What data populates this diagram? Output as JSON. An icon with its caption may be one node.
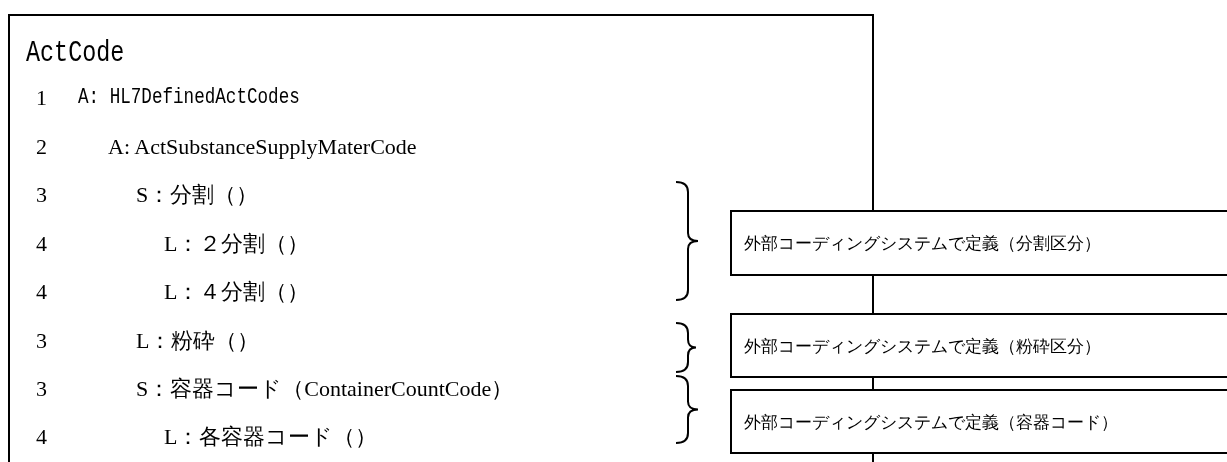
{
  "diagram": {
    "nodes": [
      {
        "text": [
          "ActCode"
        ]
      },
      {
        "text": [
          "外部コーディングシステムで定義（分割区分）"
        ]
      },
      {
        "text": [
          "外部コーディングシステムで定義（粉砕区分）"
        ]
      },
      {
        "text": [
          "外部コーディングシステムで定義（容器コード）"
        ]
      }
    ],
    "labels": [
      "1",
      "A: HL7DefinedActCodes",
      "2",
      "A: ActSubstanceSupplyMaterCode",
      "3",
      "S：分割（）",
      "4",
      "L：２分割（）",
      "4",
      "L：４分割（）",
      "3",
      "L：粉砕（）",
      "3",
      "S：容器コード（ContainerCountCode）",
      "4",
      "L：各容器コード（）"
    ]
  }
}
